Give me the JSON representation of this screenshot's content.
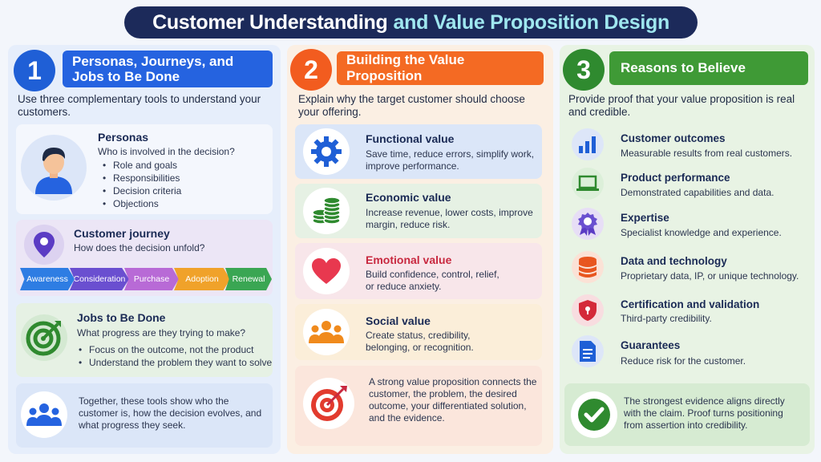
{
  "title": {
    "part1": "Customer Understanding",
    "part2": "and Value Proposition Design"
  },
  "columns": [
    {
      "number": "1",
      "heading": "Personas, Journeys, and Jobs to Be Done",
      "intro": "Use three complementary tools to understand your customers.",
      "personas": {
        "title": "Personas",
        "question": "Who is involved in the decision?",
        "bullets": [
          "Role and goals",
          "Responsibilities",
          "Decision criteria",
          "Objections"
        ]
      },
      "journey": {
        "title": "Customer journey",
        "question": "How does the decision unfold?",
        "steps": [
          "Awareness",
          "Consideration",
          "Purchase",
          "Adoption",
          "Renewal"
        ]
      },
      "jobs": {
        "title": "Jobs to Be Done",
        "question": "What progress are they trying to make?",
        "bullets": [
          "Focus on the outcome, not the product",
          "Understand the problem they want to solve"
        ]
      },
      "summary": "Together, these tools show who the customer is, how the decision evolves, and what progress they seek."
    },
    {
      "number": "2",
      "heading": "Building the Value Proposition",
      "intro": "Explain why the target customer should choose your offering.",
      "values": [
        {
          "title": "Functional value",
          "text": "Save time, reduce errors, simplify work, improve performance."
        },
        {
          "title": "Economic value",
          "text": "Increase revenue, lower costs, improve margin, reduce risk."
        },
        {
          "title": "Emotional value",
          "text": "Build confidence, control, relief, or reduce anxiety."
        },
        {
          "title": "Social value",
          "text": "Create status, credibility, belonging, or recognition."
        }
      ],
      "summary": "A strong value proposition connects the customer, the problem, the desired outcome, your differentiated solution, and the evidence."
    },
    {
      "number": "3",
      "heading": "Reasons to Believe",
      "intro": "Provide proof that your value proposition is real and credible.",
      "items": [
        {
          "title": "Customer outcomes",
          "text": "Measurable results from real customers."
        },
        {
          "title": "Product performance",
          "text": "Demonstrated capabilities and data."
        },
        {
          "title": "Expertise",
          "text": "Specialist knowledge and experience."
        },
        {
          "title": "Data and technology",
          "text": "Proprietary data, IP, or unique technology."
        },
        {
          "title": "Certification and validation",
          "text": "Third-party credibility."
        },
        {
          "title": "Guarantees",
          "text": "Reduce risk for the customer."
        }
      ],
      "summary": "The strongest evidence aligns directly with the claim. Proof turns positioning from assertion into credibility."
    }
  ],
  "colors": {
    "blue": "#2563e0",
    "orange": "#f46a23",
    "green": "#3f9a36",
    "navy": "#1c2a5a"
  }
}
